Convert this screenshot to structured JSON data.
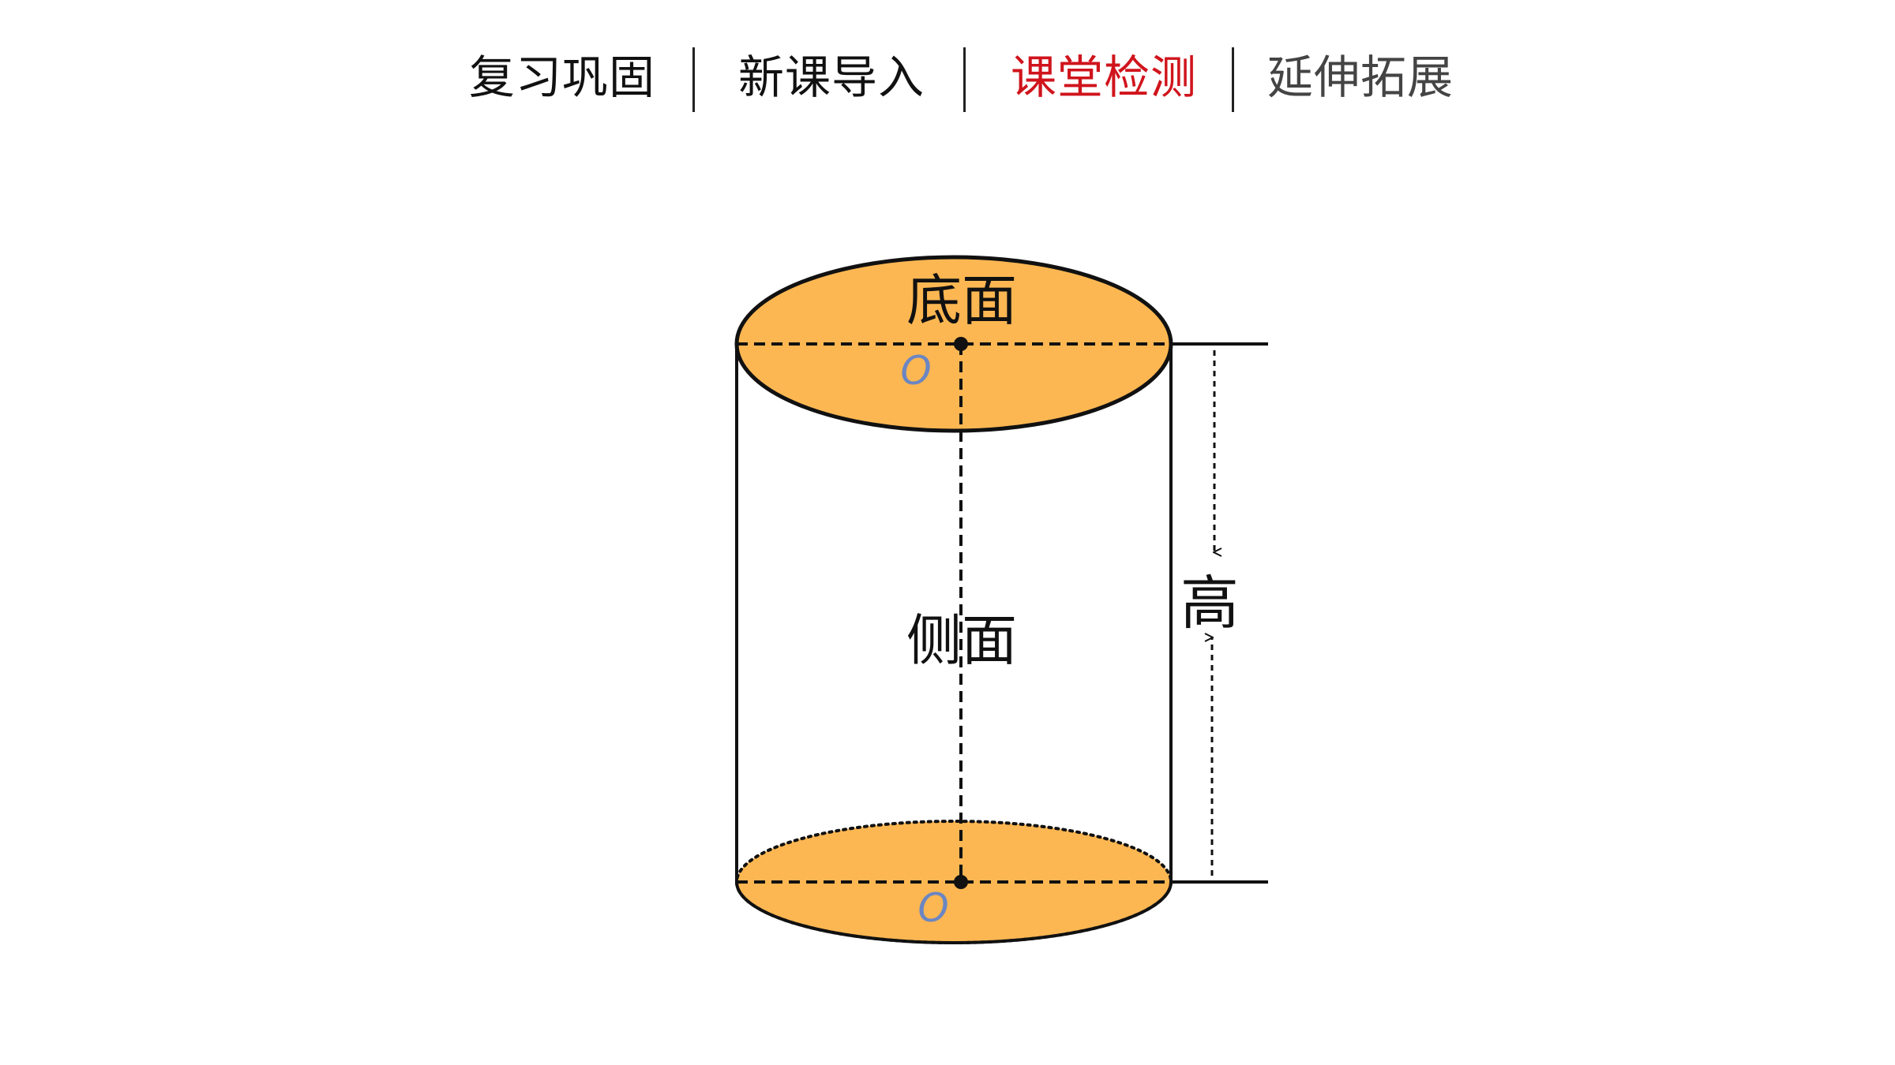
{
  "nav": {
    "items": [
      {
        "label": "复习巩固",
        "color": "#111111"
      },
      {
        "label": "新课导入",
        "color": "#111111"
      },
      {
        "label": "课堂检测",
        "color": "#d0141c"
      },
      {
        "label": "延伸拓展",
        "color": "#444444"
      }
    ],
    "active_index": 2
  },
  "diagram": {
    "labels": {
      "base": "底面",
      "lateral": "侧面",
      "height": "高",
      "center_top": "O",
      "center_bottom": "O"
    },
    "colors": {
      "base_fill": "#fdb752",
      "outline": "#111111",
      "center_label": "#6b86c2"
    }
  }
}
